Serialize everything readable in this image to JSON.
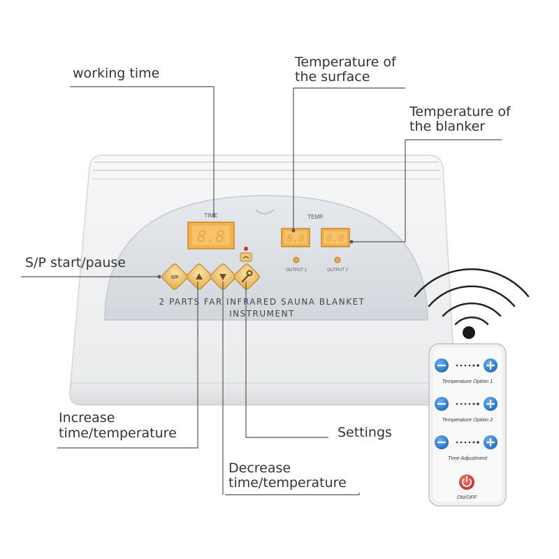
{
  "callouts": {
    "working_time": "working time",
    "temp_surface_1": "Temperature of",
    "temp_surface_2": "the surface",
    "temp_blanket_1": "Temperature of",
    "temp_blanket_2": "the blanker",
    "sp": "S/P start/pause",
    "increase_1": "Increase",
    "increase_2": "time/temperature",
    "settings": "Settings",
    "decrease_1": "Decrease",
    "decrease_2": "time/temperature"
  },
  "device": {
    "time_label": "TIME",
    "temp_label": "TEMP.",
    "output1": "OUTPUT 1",
    "output2": "OUTPUT 2",
    "title_line1": "2 PARTS FAR INFRARED SAUNA BLANKET",
    "title_line2": "INSTRUMENT",
    "sp_button": "S/P",
    "time_display": "8.8",
    "temp1_display": "8.8",
    "temp2_display": "8.8"
  },
  "remote": {
    "option1": "Temperature Option 1",
    "option2": "Temperature Option 2",
    "time_adjust": "Time Adjustment",
    "onoff": "ON/OFF"
  },
  "colors": {
    "panel": "#dde1e6",
    "button": "#f0c879",
    "lcd": "#f2b24a",
    "remote_button": "#2f7fd0",
    "power": "#d63a2f"
  }
}
